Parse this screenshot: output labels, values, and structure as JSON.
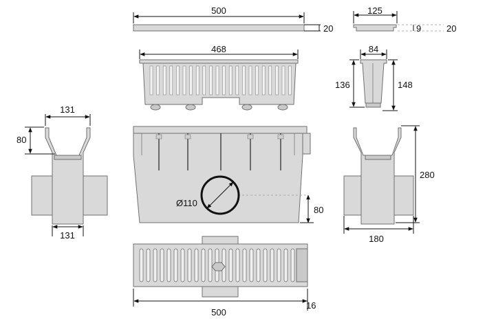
{
  "dimensions": {
    "grate_length": "500",
    "grate_thickness": "20",
    "grate_width": "125",
    "grate_rebate": "9",
    "grate_end_height": "20",
    "basket_length": "468",
    "basket_width": "84",
    "basket_depth_inner": "136",
    "basket_depth_outer": "148",
    "body_throat_width": "131",
    "body_throat_depth": "80",
    "body_base_width": "131",
    "outlet_diameter": "Ø110",
    "outlet_height": "80",
    "end_height": "280",
    "end_width": "180",
    "top_length": "500",
    "top_end_offset": "16"
  },
  "colors": {
    "part_fill": "#d9d9d9",
    "outline": "#6f6f6f",
    "dimension_line": "#111111"
  }
}
